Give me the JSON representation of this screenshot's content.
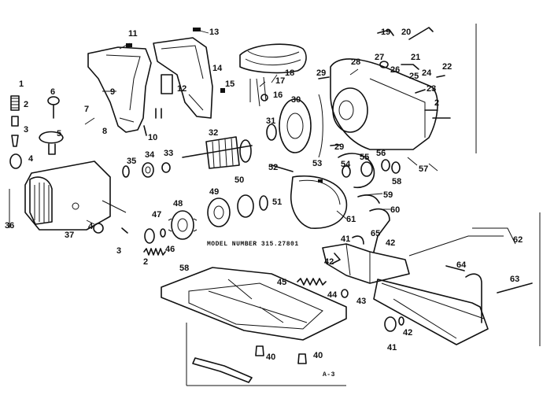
{
  "model_text": "MODEL NUMBER 315.27801",
  "figure_code": "A-3",
  "part_numbers": [
    "1",
    "2",
    "3",
    "4",
    "5",
    "6",
    "7",
    "8",
    "9",
    "10",
    "11",
    "12",
    "13",
    "14",
    "15",
    "16",
    "17",
    "18",
    "19",
    "20",
    "21",
    "22",
    "23",
    "24",
    "25",
    "26",
    "27",
    "28",
    "29",
    "30",
    "31",
    "32",
    "33",
    "34",
    "35",
    "36",
    "37",
    "40",
    "41",
    "42",
    "43",
    "44",
    "45",
    "46",
    "47",
    "48",
    "49",
    "50",
    "51",
    "52",
    "53",
    "54",
    "55",
    "56",
    "57",
    "58",
    "59",
    "60",
    "61",
    "62",
    "63",
    "64",
    "65"
  ]
}
